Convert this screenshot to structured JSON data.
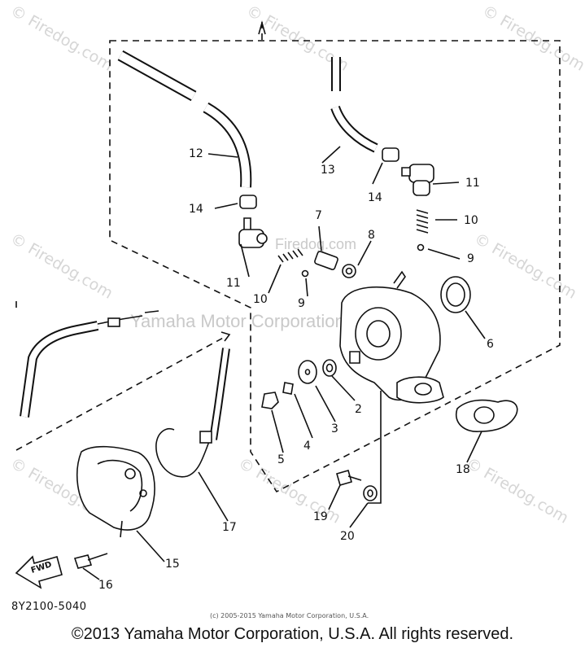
{
  "watermark": {
    "text": "© Firedog.com",
    "center_text": "Yamaha Motor Corporation",
    "partial_text": "Firedog.com"
  },
  "callouts": [
    "2",
    "3",
    "4",
    "5",
    "6",
    "7",
    "8",
    "9",
    "9",
    "10",
    "10",
    "11",
    "11",
    "12",
    "13",
    "14",
    "14",
    "15",
    "16",
    "17",
    "18",
    "19",
    "20"
  ],
  "drawing_code": "8Y2100-5040",
  "small_copyright": "(c) 2005-2015 Yamaha Motor Corporation, U.S.A.",
  "fwd_label": "FWD",
  "footer": "©2013 Yamaha Motor Corporation, U.S.A. All rights reserved."
}
